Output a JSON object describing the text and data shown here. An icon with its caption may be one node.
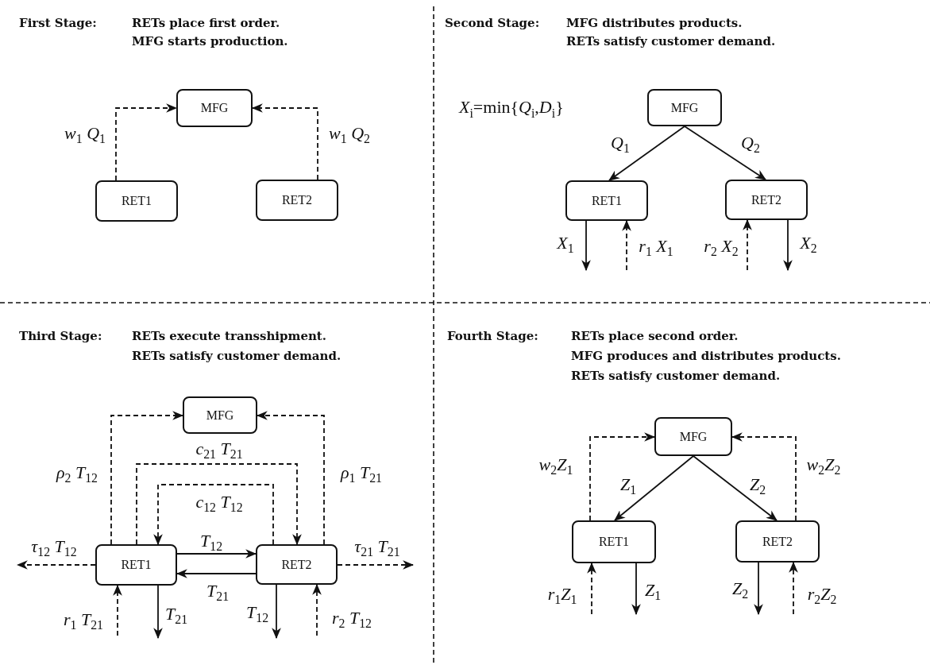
{
  "diagram": {
    "nodes": [
      {
        "text": [
          "MFG"
        ]
      },
      {
        "text": [
          "RET1"
        ]
      },
      {
        "text": [
          "RET2"
        ]
      },
      {
        "text": [
          "MFG"
        ]
      },
      {
        "text": [
          "RET1"
        ]
      },
      {
        "text": [
          "RET2"
        ]
      },
      {
        "text": [
          "MFG"
        ]
      },
      {
        "text": [
          "RET1"
        ]
      },
      {
        "text": [
          "RET2"
        ]
      },
      {
        "text": [
          "MFG"
        ]
      },
      {
        "text": [
          "RET1"
        ]
      },
      {
        "text": [
          "RET2"
        ]
      }
    ],
    "edges": [
      {
        "from": 1,
        "to": 0,
        "arrow": "to",
        "style": "dashed",
        "label": "*w*$_{1}$ *Q*$_{1}$"
      },
      {
        "from": 2,
        "to": 0,
        "arrow": "to",
        "style": "dashed",
        "label": "*w*$_{1}$ *Q*$_{2}$"
      },
      {
        "from": 3,
        "to": 4,
        "arrow": "to",
        "label": "*Q*$_{1}$"
      },
      {
        "from": 3,
        "to": 5,
        "arrow": "to",
        "label": "*Q*$_{2}$"
      },
      {
        "from": 4,
        "to": null,
        "arrow": "to",
        "label": "*X*$_{1}$"
      },
      {
        "from": null,
        "to": 4,
        "arrow": "to",
        "style": "dashed",
        "label": "*r*$_{1}$ *X*$_{1}$"
      },
      {
        "from": null,
        "to": 5,
        "arrow": "to",
        "style": "dashed",
        "label": "*r*$_{2}$ *X*$_{2}$"
      },
      {
        "from": 5,
        "to": null,
        "arrow": "to",
        "label": "*X*$_{2}$"
      },
      {
        "from": 7,
        "to": 6,
        "arrow": "to",
        "style": "dashed",
        "label": "*ρ*$_{2}$ *T*$_{12}$"
      },
      {
        "from": 8,
        "to": 6,
        "arrow": "to",
        "style": "dashed",
        "label": "*ρ*$_{1}$ *T*$_{21}$"
      },
      {
        "from": 7,
        "to": 8,
        "arrow": "to",
        "style": "dashed",
        "label": "*c*$_{21}$ *T*$_{21}$"
      },
      {
        "from": 8,
        "to": 7,
        "arrow": "to",
        "style": "dashed",
        "label": "*c*$_{12}$ *T*$_{12}$"
      },
      {
        "from": 7,
        "to": 8,
        "arrow": "to",
        "label": "*T*$_{12}$"
      },
      {
        "from": 8,
        "to": 7,
        "arrow": "to",
        "label": "*T*$_{21}$"
      },
      {
        "from": 7,
        "to": null,
        "arrow": "to",
        "style": "dashed",
        "label": "*τ*$_{12}$ *T*$_{12}$"
      },
      {
        "from": 8,
        "to": null,
        "arrow": "to",
        "style": "dashed",
        "label": "*τ*$_{21}$ *T*$_{21}$"
      },
      {
        "from": null,
        "to": 7,
        "arrow": "to",
        "style": "dashed",
        "label": "*r*$_{1}$ *T*$_{21}$"
      },
      {
        "from": 7,
        "to": null,
        "arrow": "to",
        "label": "*T*$_{21}$"
      },
      {
        "from": 8,
        "to": null,
        "arrow": "to",
        "label": "*T*$_{12}$"
      },
      {
        "from": null,
        "to": 8,
        "arrow": "to",
        "style": "dashed",
        "label": "*r*$_{2}$ *T*$_{12}$"
      },
      {
        "from": 10,
        "to": 9,
        "arrow": "to",
        "style": "dashed",
        "label": "*w*$_{2}$*Z*$_{1}$"
      },
      {
        "from": 11,
        "to": 9,
        "arrow": "to",
        "style": "dashed",
        "label": "*w*$_{2}$*Z*$_{2}$"
      },
      {
        "from": 9,
        "to": 10,
        "arrow": "to",
        "label": "*Z*$_{1}$"
      },
      {
        "from": 9,
        "to": 11,
        "arrow": "to",
        "label": "*Z*$_{2}$"
      },
      {
        "from": null,
        "to": 10,
        "arrow": "to",
        "style": "dashed",
        "label": "*r*$_{1}$*Z*$_{1}$"
      },
      {
        "from": 10,
        "to": null,
        "arrow": "to",
        "label": "*Z*$_{1}$"
      },
      {
        "from": 11,
        "to": null,
        "arrow": "to",
        "label": "*Z*$_{2}$"
      },
      {
        "from": null,
        "to": 11,
        "arrow": "to",
        "style": "dashed",
        "label": "*r*$_{2}$*Z*$_{2}$"
      }
    ],
    "labels": [
      "First Stage:",
      "RETs place first order.",
      "MFG starts production.",
      "Second Stage:",
      "MFG distributes products.",
      "RETs satisfy customer demand.",
      "*X*$_{i}$=min{*Q*$_{i}$,*D*$_{i}$}",
      "Third Stage:",
      "RETs execute transshipment.",
      "RETs satisfy customer demand.",
      "Fourth Stage:",
      "RETs place second order.",
      "MFG produces and distributes products.",
      "RETs satisfy customer demand."
    ]
  }
}
